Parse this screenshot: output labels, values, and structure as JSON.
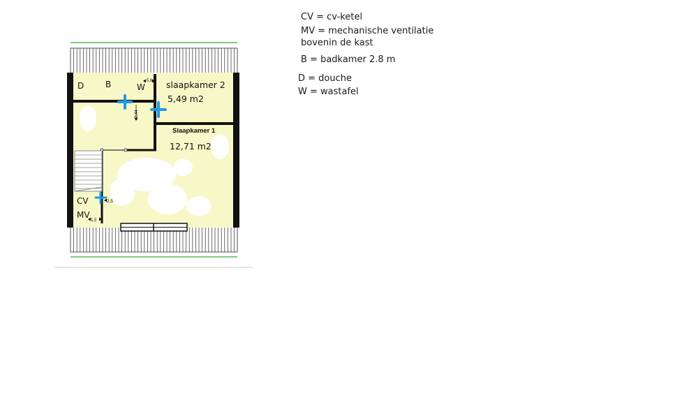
{
  "legend": {
    "cv": "CV = cv-ketel",
    "mv_line1": "MV = mechanische ventilatie",
    "mv_line2": "bovenin de kast",
    "b": "B = badkamer 2.8 m",
    "d": "D = douche",
    "w": "W = wastafel"
  },
  "plan": {
    "label_d": "D",
    "label_b": "B",
    "label_w": "W",
    "room2_name": "slaapkamer 2",
    "room2_area": "5,49 m2",
    "room1_name": "Slaapkamer 1",
    "room1_area": "12,71 m2",
    "label_cv": "CV",
    "label_mv": "MV",
    "dim_top": "5,6",
    "dim_vertical": "2,44",
    "dim_cv": "2,5",
    "dim_mv": "1,5"
  },
  "colors": {
    "floor": "#f7f7c8",
    "wall": "#111111",
    "marker": "#1e9be0",
    "ground_line": "#5cb85c"
  }
}
